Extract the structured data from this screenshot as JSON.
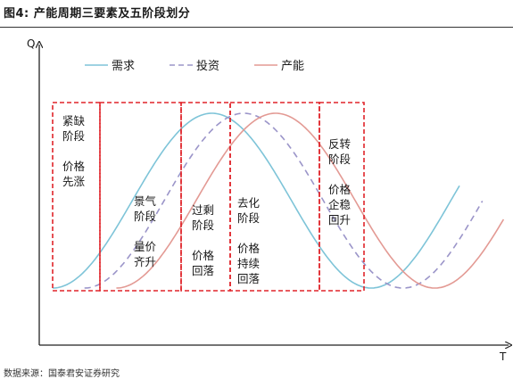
{
  "figure": {
    "title": "图4:  产能周期三要素及五阶段划分",
    "source": "数据来源：国泰君安证券研究"
  },
  "colors": {
    "demand": "#7ec4d8",
    "investment": "#9b95c9",
    "capacity": "#e39a94",
    "stage_border": "#e0242a",
    "axis": "#222222",
    "text": "#1a1a1a"
  },
  "chart_data": {
    "type": "line",
    "xlabel": "T",
    "ylabel": "Q",
    "legend_position": "top",
    "series": [
      {
        "name": "需求",
        "key": "demand",
        "style": "solid",
        "phase_offset": 0.0
      },
      {
        "name": "投资",
        "key": "investment",
        "style": "dashed",
        "phase_offset": 0.1
      },
      {
        "name": "产能",
        "key": "capacity",
        "style": "solid",
        "phase_offset": 0.2
      }
    ],
    "stages": [
      {
        "name": "紧缺阶段",
        "lines": [
          "紧缺",
          "阶段",
          "",
          "价格",
          "先涨"
        ]
      },
      {
        "name": "景气阶段",
        "lines": [
          "景气",
          "阶段",
          "",
          "量价",
          "齐升"
        ]
      },
      {
        "name": "过剩阶段",
        "lines": [
          "过剩",
          "阶段",
          "",
          "价格",
          "回落"
        ]
      },
      {
        "name": "去化阶段",
        "lines": [
          "去化",
          "阶段",
          "",
          "价格",
          "持续",
          "回落"
        ]
      },
      {
        "name": "反转阶段",
        "lines": [
          "反转",
          "阶段",
          "",
          "价格",
          "企稳",
          "回升"
        ]
      }
    ]
  }
}
